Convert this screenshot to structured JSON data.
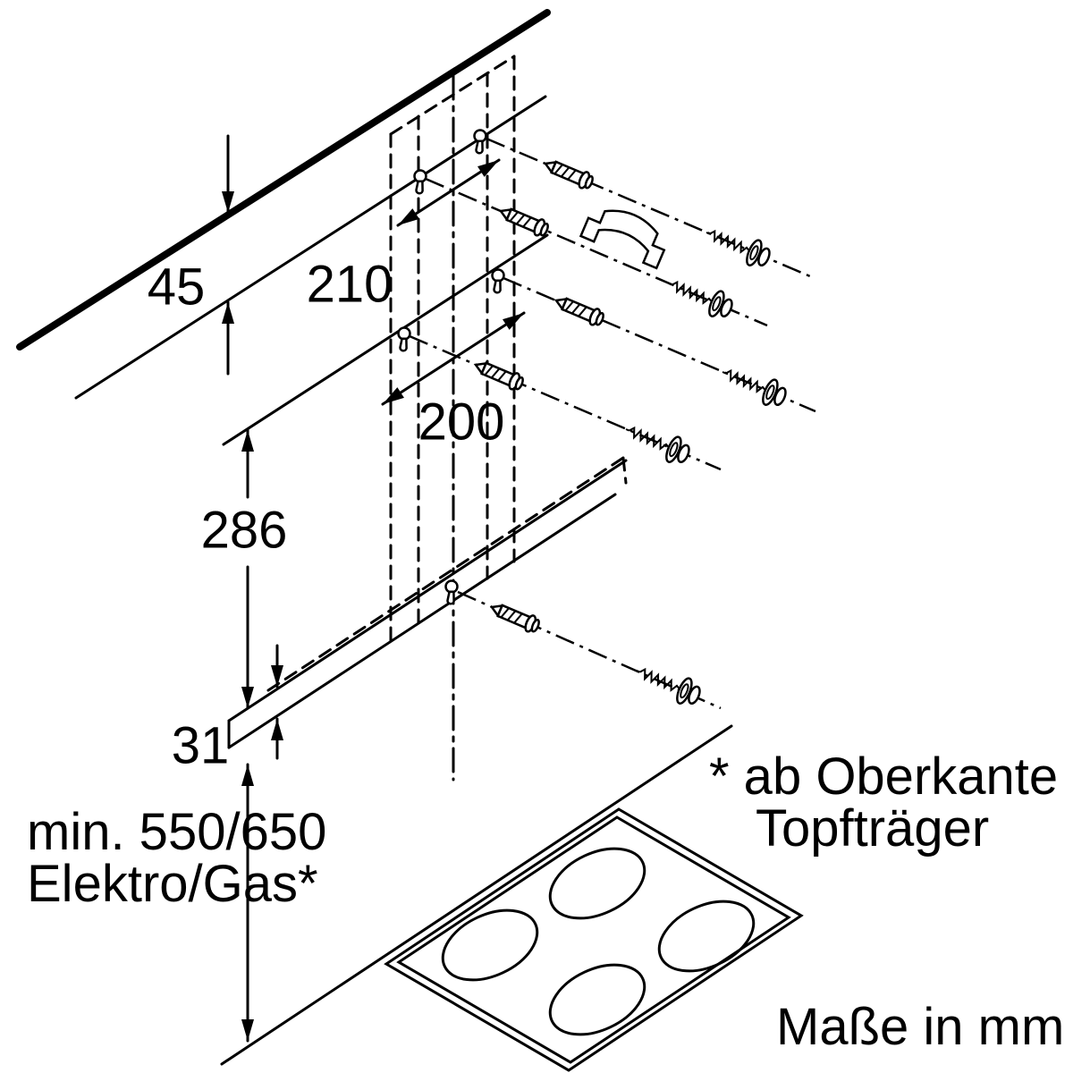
{
  "diagram": {
    "dimensions": {
      "d45": "45",
      "d210": "210",
      "d200": "200",
      "d286": "286",
      "d31": "31"
    },
    "min_distance": {
      "line1": "min. 550/650",
      "line2": "Elektro/Gas*"
    },
    "footnote": {
      "line1": "* ab Oberkante",
      "line2": "Topfträger"
    },
    "units_label": "Maße in mm"
  }
}
